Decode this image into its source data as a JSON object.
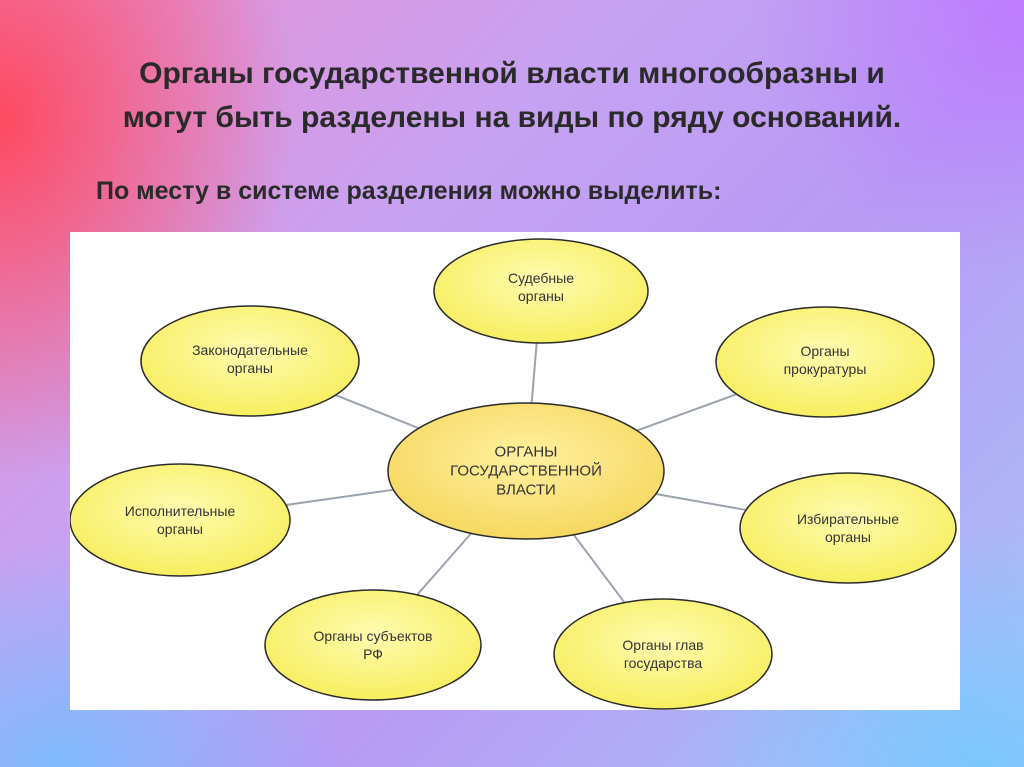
{
  "slide": {
    "title_lines": [
      "Органы государственной власти многообразны и",
      "могут быть разделены на виды по ряду оснований."
    ],
    "subtitle": "По месту в системе разделения можно выделить:"
  },
  "diagram": {
    "center": {
      "lines": [
        "ОРГАНЫ",
        "ГОСУДАРСТВЕННОЙ",
        "ВЛАСТИ"
      ]
    },
    "nodes": [
      {
        "id": "judicial",
        "lines": [
          "Судебные",
          "органы"
        ]
      },
      {
        "id": "prosecutor",
        "lines": [
          "Органы",
          "прокуратуры"
        ]
      },
      {
        "id": "electoral",
        "lines": [
          "Избирательные",
          "органы"
        ]
      },
      {
        "id": "heads-of-state",
        "lines": [
          "Органы глав",
          "государства"
        ]
      },
      {
        "id": "federal-subjects",
        "lines": [
          "Органы субъектов",
          "РФ"
        ]
      },
      {
        "id": "executive",
        "lines": [
          "Исполнительные",
          "органы"
        ]
      },
      {
        "id": "legislative",
        "lines": [
          "Законодательные",
          "органы"
        ]
      }
    ],
    "colors": {
      "ellipse_fill": "#fbf580",
      "ellipse_stroke": "#2b2b2b",
      "center_fill": "#fbe27a",
      "connector": "#9aa3ad"
    }
  }
}
